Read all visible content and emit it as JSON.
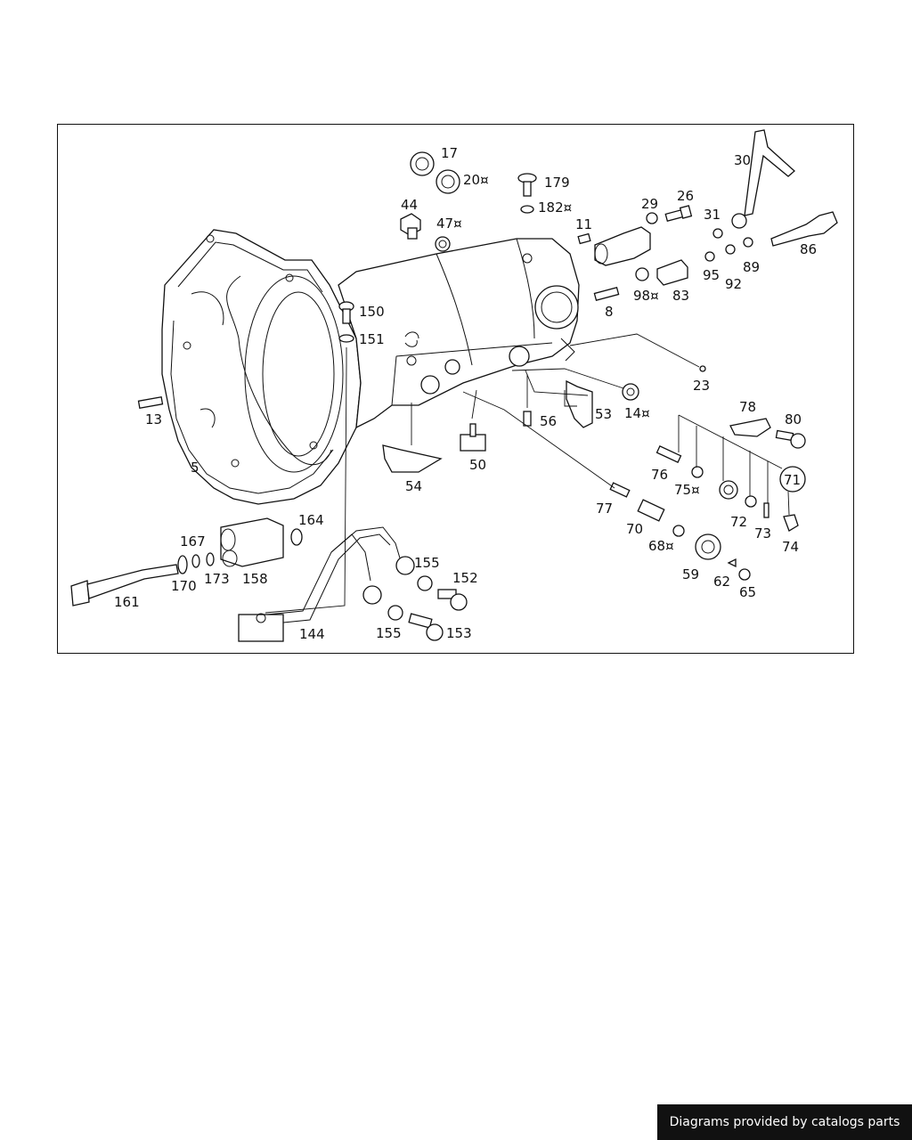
{
  "diagram": {
    "callouts": {
      "c17": "17",
      "c20": "20¤",
      "c179": "179",
      "c182": "182¤",
      "c44": "44",
      "c47": "47¤",
      "c11": "11",
      "c29": "29",
      "c26": "26",
      "c30": "30",
      "c31": "31",
      "c86": "86",
      "c89": "89",
      "c95": "95",
      "c92": "92",
      "c98": "98¤",
      "c83": "83",
      "c8": "8",
      "c150": "150",
      "c151": "151",
      "c13": "13",
      "c5": "5",
      "c23": "23",
      "c14": "14¤",
      "c53": "53",
      "c56": "56",
      "c50": "50",
      "c54": "54",
      "c78": "78",
      "c80": "80",
      "c76": "76",
      "c75": "75¤",
      "c71": "71",
      "c72": "72",
      "c73": "73",
      "c74": "74",
      "c77": "77",
      "c70": "70",
      "c68": "68¤",
      "c59": "59",
      "c62": "62",
      "c65": "65",
      "c164": "164",
      "c167": "167",
      "c170": "170",
      "c173": "173",
      "c158": "158",
      "c161": "161",
      "c155a": "155",
      "c152": "152",
      "c155b": "155",
      "c153": "153",
      "c144": "144"
    }
  },
  "footer": {
    "credit": "Diagrams provided by catalogs parts"
  }
}
